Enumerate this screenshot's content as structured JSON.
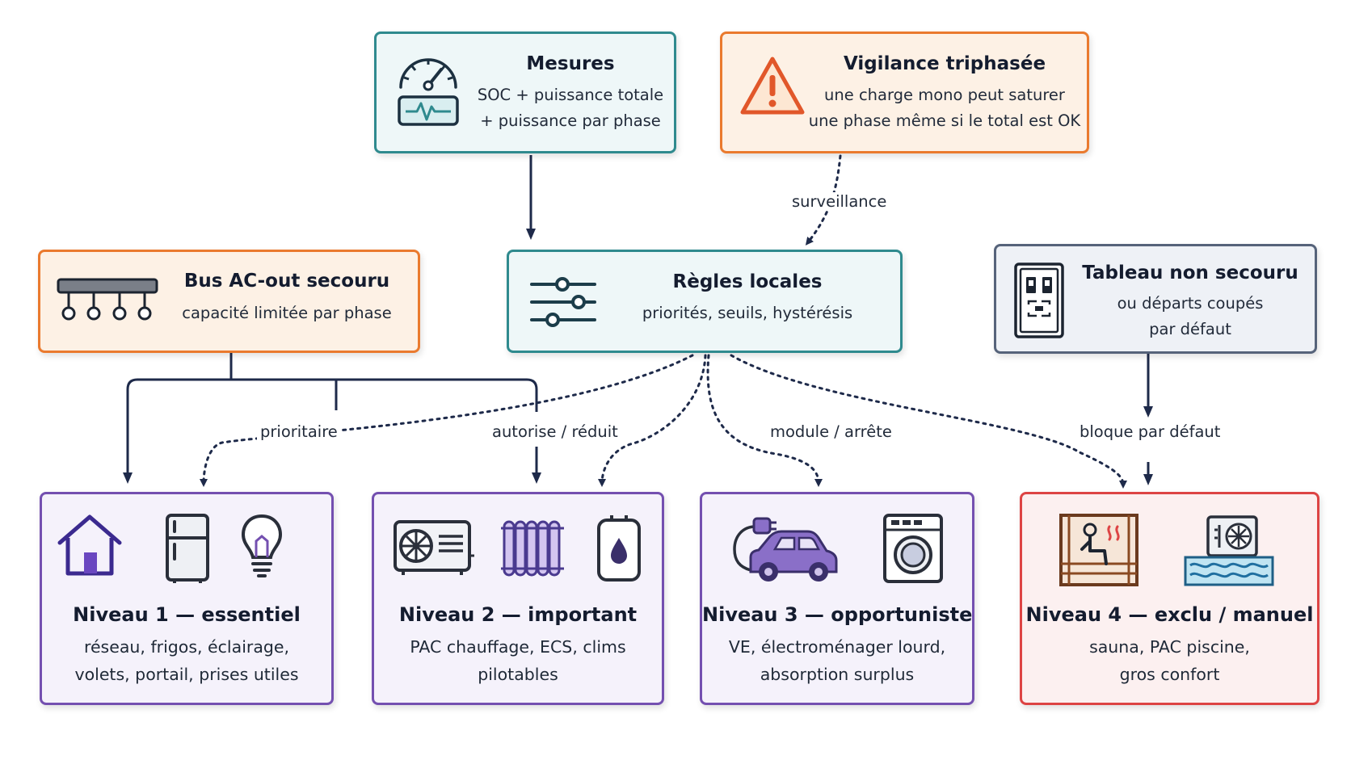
{
  "nodes": {
    "mesures": {
      "title": "Mesures",
      "lines": [
        "SOC + puissance totale",
        "+ puissance par phase"
      ]
    },
    "vigilance": {
      "title": "Vigilance triphasée",
      "lines": [
        "une charge mono peut saturer",
        "une phase même si le total est OK"
      ]
    },
    "bus": {
      "title": "Bus AC-out secouru",
      "lines": [
        "capacité limitée par phase"
      ]
    },
    "regles": {
      "title": "Règles locales",
      "lines": [
        "priorités, seuils, hystérésis"
      ]
    },
    "tableau": {
      "title": "Tableau non secouru",
      "lines": [
        "ou départs coupés",
        "par défaut"
      ]
    },
    "niveau1": {
      "title": "Niveau 1 — essentiel",
      "lines": [
        "réseau,  frigos, éclairage,",
        "volets, portail, prises utiles"
      ]
    },
    "niveau2": {
      "title": "Niveau 2 — important",
      "lines": [
        "PAC chauffage, ECS, clims",
        "pilotables"
      ]
    },
    "niveau3": {
      "title": "Niveau 3 — opportuniste",
      "lines": [
        "VE, électroménager lourd,",
        "absorption surplus"
      ]
    },
    "niveau4": {
      "title": "Niveau 4 — exclu / manuel",
      "lines": [
        "sauna, PAC piscine,",
        "gros confort"
      ]
    }
  },
  "edges": {
    "surveillance": "surveillance",
    "prioritaire": "prioritaire",
    "autorise": "autorise / réduit",
    "module": "module / arrête",
    "bloque": "bloque par défaut"
  },
  "icons": {
    "mesures": "gauge-meter-icon",
    "vigilance": "warning-triangle-icon",
    "bus": "busbar-icon",
    "regles": "sliders-icon",
    "tableau": "electrical-panel-icon",
    "niveau1": [
      "house-icon",
      "fridge-icon",
      "lightbulb-icon"
    ],
    "niveau2": [
      "heat-pump-icon",
      "radiator-icon",
      "water-heater-icon"
    ],
    "niveau3": [
      "electric-car-icon",
      "washing-machine-icon"
    ],
    "niveau4": [
      "sauna-icon",
      "pool-heat-pump-icon"
    ]
  },
  "colors": {
    "teal": "#2f8a8e",
    "orange": "#ea7a2e",
    "slate": "#56637a",
    "purple": "#7450b0",
    "red": "#dd4444",
    "wire": "#1e2a4a"
  }
}
